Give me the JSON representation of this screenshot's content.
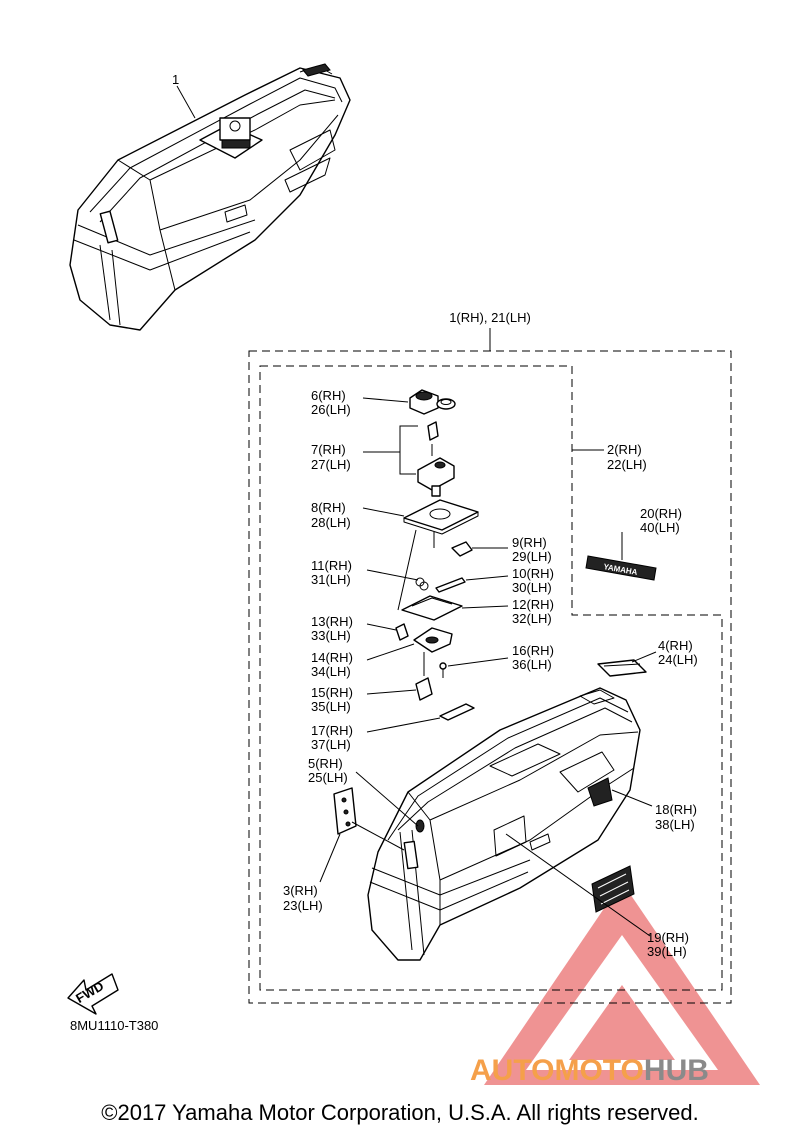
{
  "diagram_code": "8MU1110-T380",
  "fwd_label": "FWD",
  "copyright": "©2017 Yamaha Motor Corporation, U.S.A. All rights reserved.",
  "decal_text": "YAMAHA",
  "watermark": {
    "part1": "AUTOMOTO",
    "part2": "HUB",
    "color1": "#f5a04a",
    "color2": "#8a8a8a",
    "triangle_color": "#e23b3b"
  },
  "callouts": {
    "p1": "1",
    "p1_21": "1(RH), 21(LH)",
    "p2": [
      "2(RH)",
      "22(LH)"
    ],
    "p3": [
      "3(RH)",
      "23(LH)"
    ],
    "p4": [
      "4(RH)",
      "24(LH)"
    ],
    "p5": [
      "5(RH)",
      "25(LH)"
    ],
    "p6": [
      "6(RH)",
      "26(LH)"
    ],
    "p7": [
      "7(RH)",
      "27(LH)"
    ],
    "p8": [
      "8(RH)",
      "28(LH)"
    ],
    "p9": [
      "9(RH)",
      "29(LH)"
    ],
    "p10": [
      "10(RH)",
      "30(LH)"
    ],
    "p11": [
      "11(RH)",
      "31(LH)"
    ],
    "p12": [
      "12(RH)",
      "32(LH)"
    ],
    "p13": [
      "13(RH)",
      "33(LH)"
    ],
    "p14": [
      "14(RH)",
      "34(LH)"
    ],
    "p15": [
      "15(RH)",
      "35(LH)"
    ],
    "p16": [
      "16(RH)",
      "36(LH)"
    ],
    "p17": [
      "17(RH)",
      "37(LH)"
    ],
    "p18": [
      "18(RH)",
      "38(LH)"
    ],
    "p19": [
      "19(RH)",
      "39(LH)"
    ],
    "p20": [
      "20(RH)",
      "40(LH)"
    ]
  }
}
